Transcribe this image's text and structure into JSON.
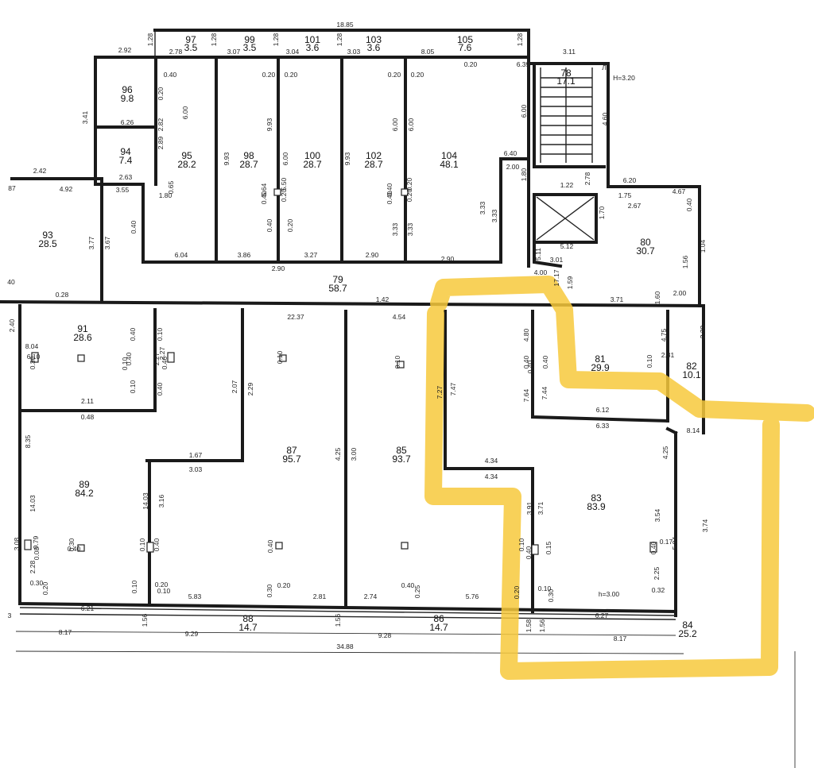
{
  "rooms": [
    {
      "id": "97",
      "area": "3.5"
    },
    {
      "id": "99",
      "area": "3.5"
    },
    {
      "id": "101",
      "area": "3.6"
    },
    {
      "id": "103",
      "area": "3.6"
    },
    {
      "id": "105",
      "area": "7.6"
    },
    {
      "id": "96",
      "area": "9.8"
    },
    {
      "id": "94",
      "area": "7.4"
    },
    {
      "id": "95",
      "area": "28.2"
    },
    {
      "id": "98",
      "area": "28.7"
    },
    {
      "id": "100",
      "area": "28.7"
    },
    {
      "id": "102",
      "area": "28.7"
    },
    {
      "id": "104",
      "area": "48.1"
    },
    {
      "id": "78",
      "area": "17.1"
    },
    {
      "id": "93",
      "area": "28.5"
    },
    {
      "id": "79",
      "area": "58.7"
    },
    {
      "id": "80",
      "area": "30.7"
    },
    {
      "id": "91",
      "area": "28.6"
    },
    {
      "id": "81",
      "area": "29.9"
    },
    {
      "id": "82",
      "area": "10.1"
    },
    {
      "id": "89",
      "area": "84.2"
    },
    {
      "id": "87",
      "area": "95.7"
    },
    {
      "id": "85",
      "area": "93.7"
    },
    {
      "id": "83",
      "area": "83.9"
    },
    {
      "id": "88",
      "area": "14.7"
    },
    {
      "id": "86",
      "area": "14.7"
    },
    {
      "id": "84",
      "area": "25.2"
    }
  ],
  "dimensions": [
    "18.85",
    "2.92",
    "2.78",
    "3.07",
    "3.04",
    "3.03",
    "8.05",
    "3.11",
    "1.28",
    "1.28",
    "1.28",
    "1.28",
    "1.28",
    "0.40",
    "0.20",
    "0.20",
    "0.20",
    "0.20",
    "0.20",
    "6.39",
    "0.20",
    "3.41",
    "6.26",
    "2.89",
    "2.63",
    "2.82",
    "6.00",
    "9.93",
    "9.93",
    "6.00",
    "9.93",
    "6.00",
    "6.00",
    "6.00",
    "4.60",
    "6.40",
    "2.00",
    "1.80",
    "1.22",
    "2.78",
    "6.20",
    "4.67",
    "1.75",
    "2.67",
    "0.40",
    "1.70",
    "2.42",
    "4.92",
    "3.55",
    "1.80",
    "0.65",
    "0.40",
    "3.77",
    "3.67",
    "5.64",
    "5.50",
    "0.40",
    "0.20",
    "0.40",
    "0.20",
    "0.40",
    "0.20",
    "0.40",
    "0.20",
    "3.33",
    "3.33",
    "3.33",
    "3.33",
    "5.12",
    "5.11",
    "3.01",
    "1.04",
    "1.56",
    "6.04",
    "3.86",
    "3.27",
    "2.90",
    "2.90",
    "2.90",
    "4.00",
    "17.17",
    "1.59",
    "1.60",
    "2.00",
    "0.28",
    "1.42",
    "3.71",
    "22.37",
    "4.54",
    "4.80",
    "4.75",
    "2.38",
    "2.40",
    "8.04",
    "6.10",
    "0.30",
    "0.40",
    "0.10",
    "2.27",
    "2.27",
    "0.40",
    "0.10",
    "0.40",
    "0.10",
    "0.10",
    "0.40",
    "0.40",
    "0.40",
    "0.10",
    "0.10",
    "0.40",
    "2.07",
    "2.29",
    "7.27",
    "7.47",
    "7.64",
    "7.44",
    "2.31",
    "2.11",
    "0.48",
    "6.12",
    "6.33",
    "8.14",
    "8.35",
    "1.67",
    "3.03",
    "4.34",
    "4.34",
    "4.25",
    "4.25",
    "3.00",
    "14.03",
    "14.03",
    "3.16",
    "3.91",
    "3.71",
    "3.54",
    "3.74",
    "3.08",
    "9.79",
    "0.08",
    "0.30",
    "0.40",
    "0.10",
    "0.40",
    "0.40",
    "0.10",
    "0.40",
    "0.15",
    "0.40",
    "0.17",
    "5.94",
    "2.28",
    "2.25",
    "0.30",
    "0.20",
    "0.10",
    "0.20",
    "0.10",
    "0.30",
    "0.20",
    "0.40",
    "0.25",
    "0.20",
    "0.10",
    "0.30",
    "0.32",
    "6.21",
    "5.83",
    "2.81",
    "2.74",
    "5.76",
    "6.27",
    "1.56",
    "1.56",
    "1.58",
    "1.56",
    "8.17",
    "9.29",
    "9.28",
    "8.17",
    "34.88"
  ],
  "markers": {
    "level": "Н=3.20",
    "level2": "h=3.00",
    "stair": "Л",
    "left_trunc": "87",
    "left_trunc2": "40",
    "left_trunc3": "3"
  },
  "colors": {
    "highlight": "#f7c93c",
    "walls": "#1a1a1a"
  }
}
